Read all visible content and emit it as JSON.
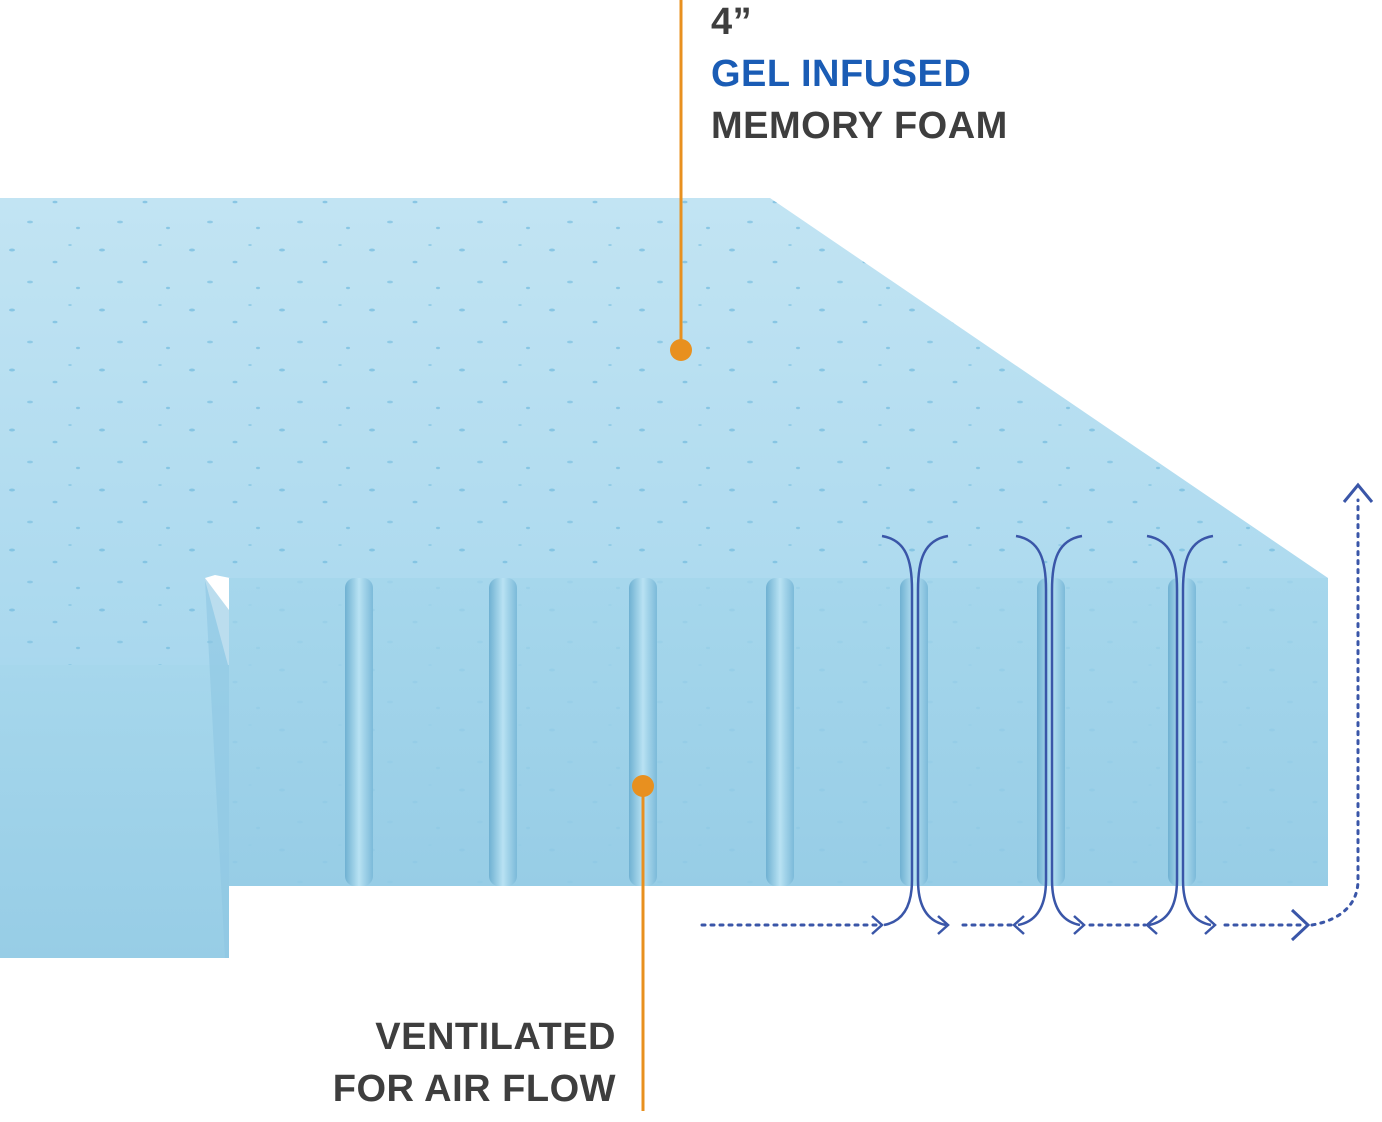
{
  "callout_top": {
    "thickness": "4”",
    "feature": "GEL INFUSED",
    "material": "MEMORY FOAM"
  },
  "callout_bottom": {
    "line1": "VENTILATED",
    "line2": "FOR AIR FLOW"
  },
  "colors": {
    "foam_top": "#b5def0",
    "foam_side": "#9fd3ea",
    "gel_speck": "#6cb8dc",
    "accent_orange": "#e8901f",
    "airflow_blue": "#3a56a8",
    "text_dark": "#3e3e3e",
    "text_blue": "#1a5cb5"
  }
}
